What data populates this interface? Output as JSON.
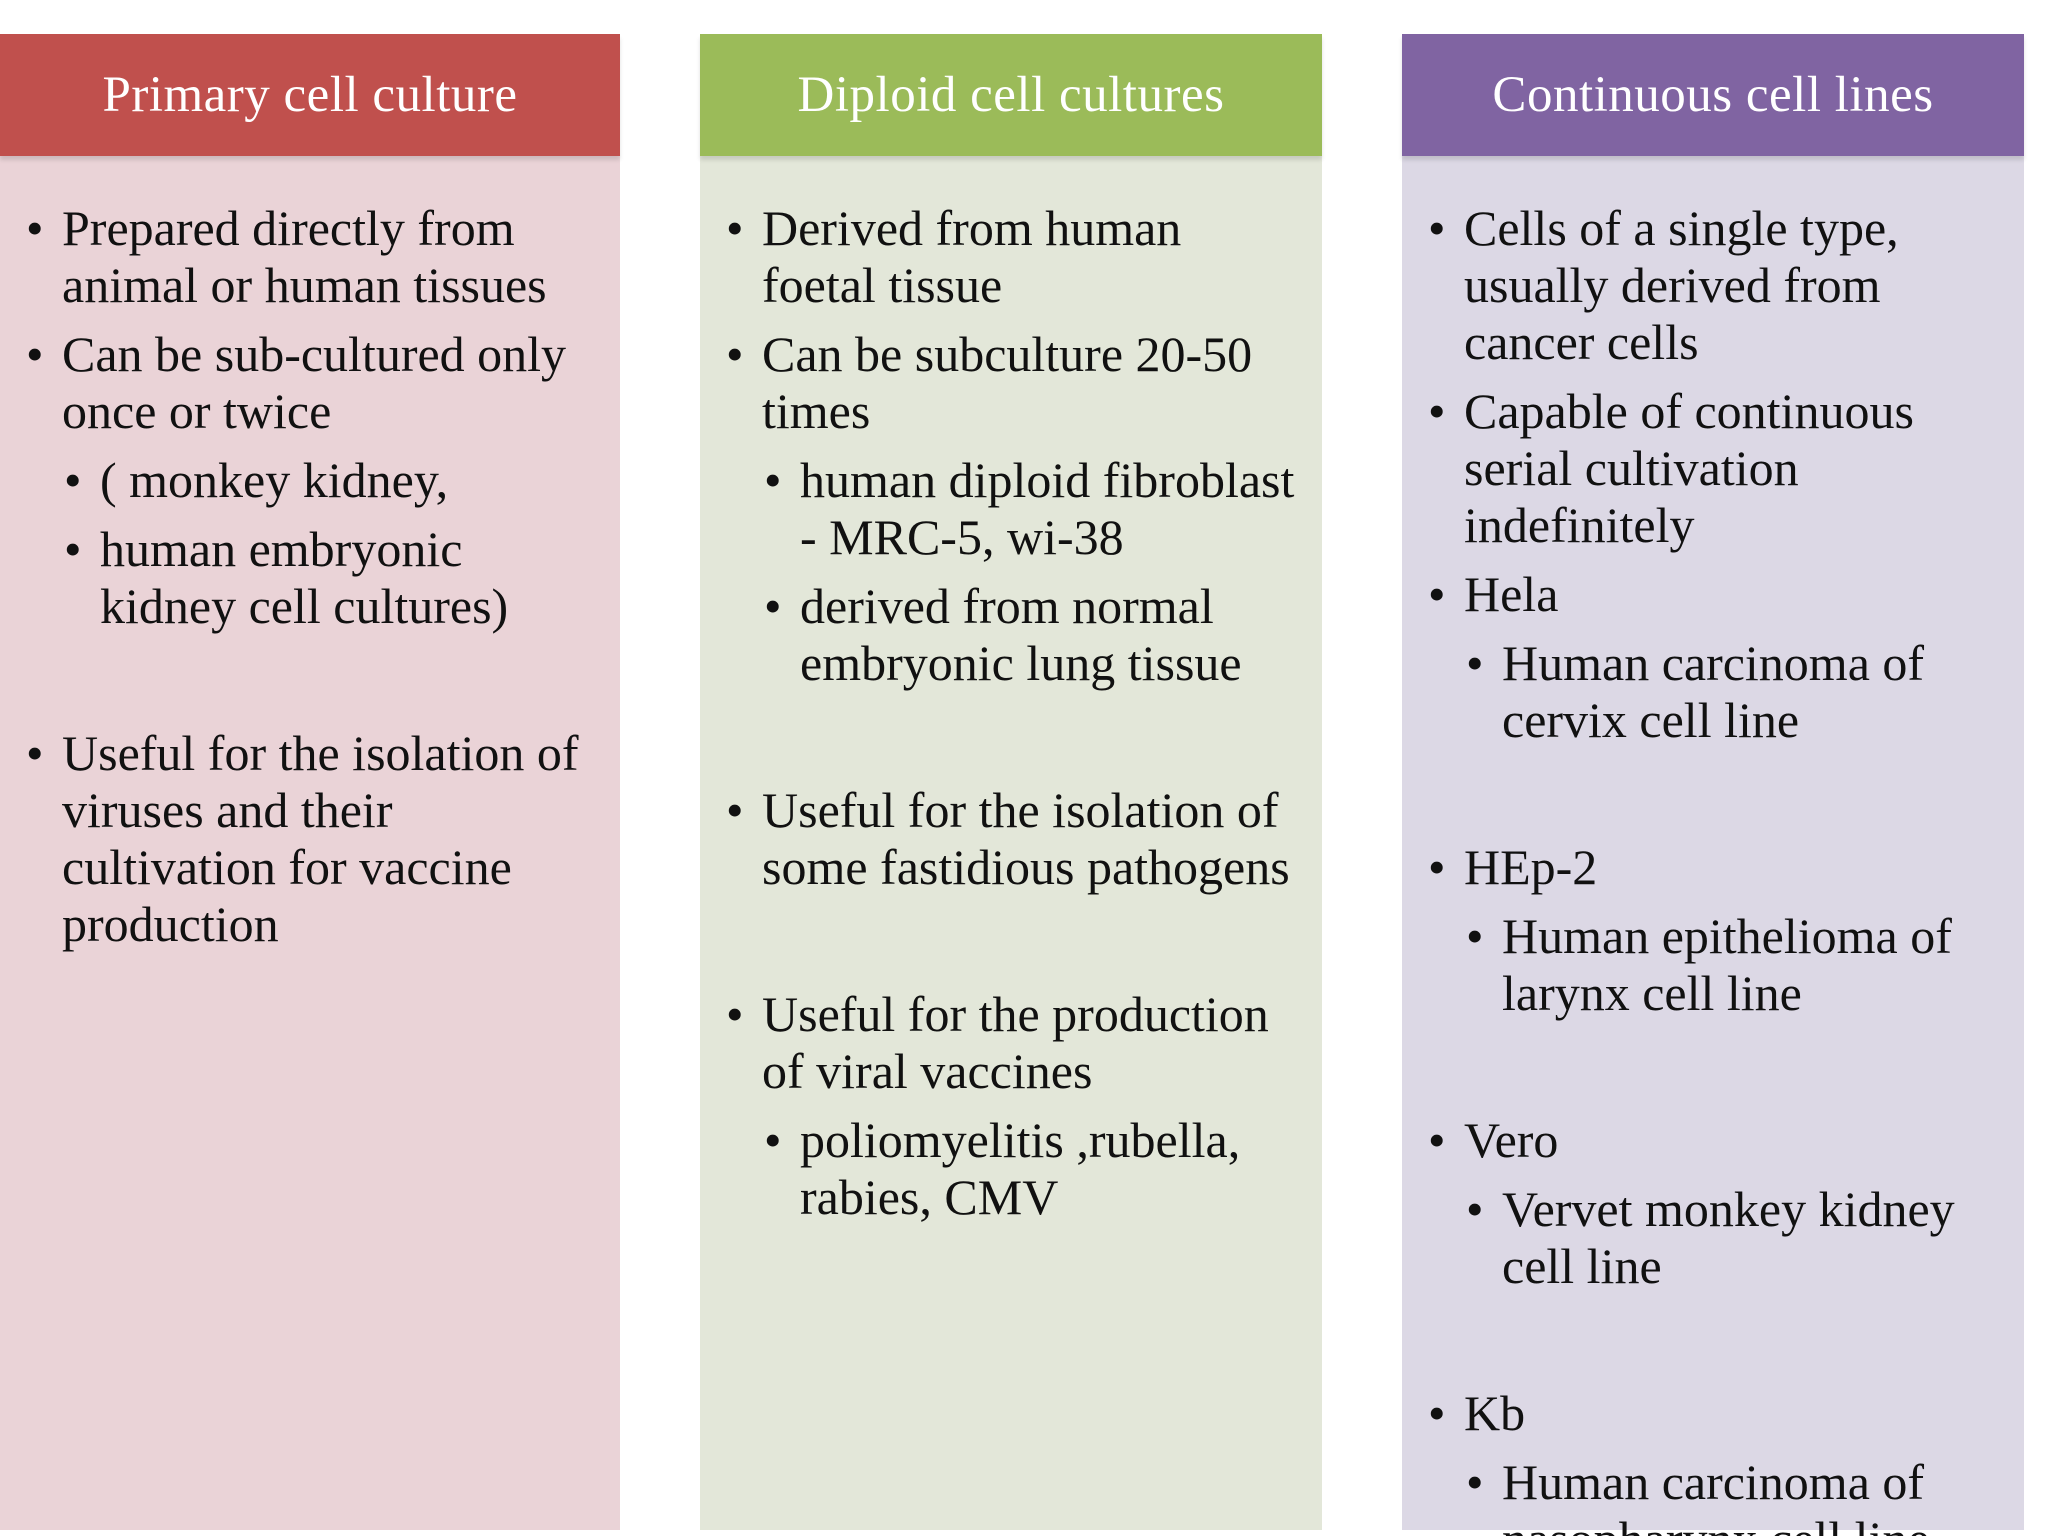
{
  "colors": {
    "primary_header": "#c0504d",
    "primary_body": "#ead3d7",
    "diploid_header": "#9bbb59",
    "diploid_body": "#e3e7d9",
    "continuous_header": "#8064a2",
    "continuous_body": "#dcd8e5"
  },
  "columns": [
    {
      "title": "Primary cell culture",
      "items": [
        "Prepared directly  from animal or human tissues",
        "Can be sub-cultured only once or twice",
        "( monkey kidney,",
        "human embryonic kidney cell cultures)",
        "Useful for the isolation of viruses  and their cultivation for vaccine production"
      ]
    },
    {
      "title": "Diploid cell cultures",
      "items": [
        "Derived from human foetal tissue",
        "Can be subculture 20-50 times",
        "human diploid fibroblast  - MRC-5, wi-38",
        " derived from normal embryonic lung tissue",
        "Useful for the isolation of some fastidious pathogens",
        "Useful for the production of viral vaccines",
        "poliomyelitis ,rubella, rabies, CMV"
      ]
    },
    {
      "title": "Continuous cell lines",
      "items": [
        "Cells of a single type, usually derived from cancer cells",
        "Capable of continuous serial cultivation indefinitely",
        "Hela",
        "Human carcinoma of cervix cell line",
        "HEp-2",
        "Human epithelioma of larynx cell line",
        "Vero",
        "Vervet monkey kidney cell line",
        "Kb",
        "Human carcinoma of nasopharynx cell line"
      ]
    }
  ]
}
